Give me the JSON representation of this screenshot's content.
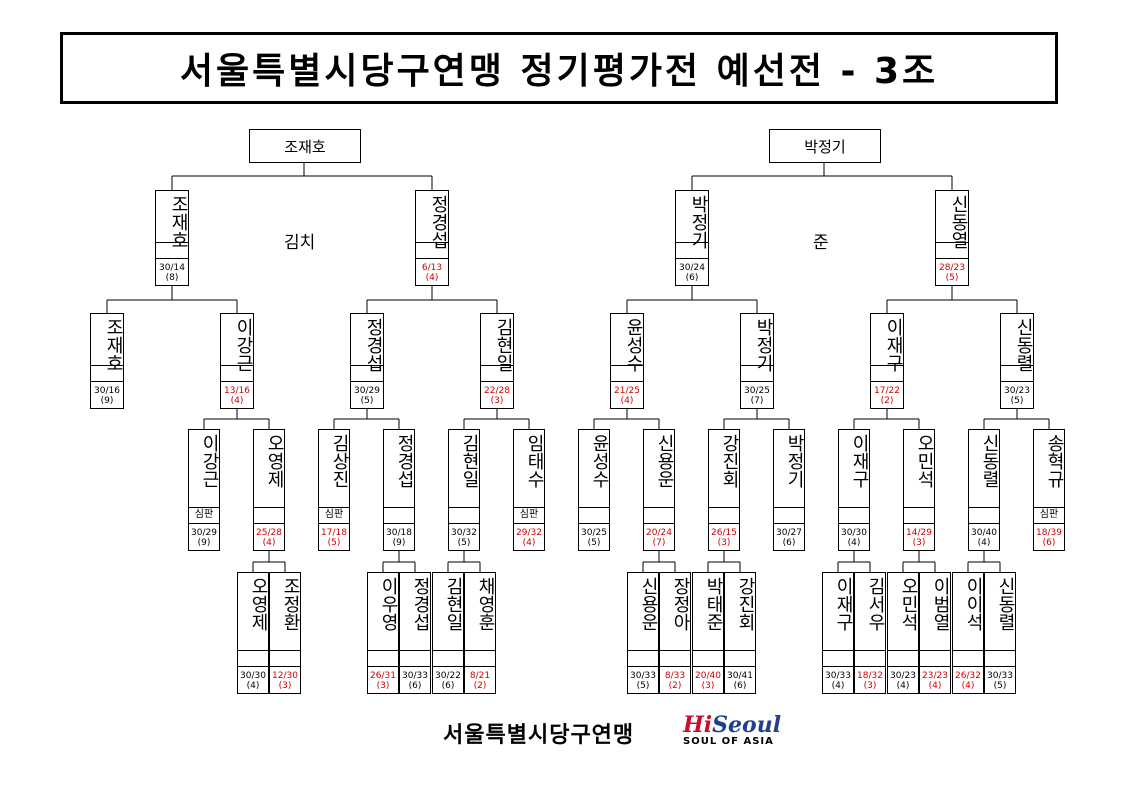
{
  "title": "서울특별시당구연맹 정기평가전 예선전 - 3조",
  "footer": {
    "org": "서울특별시당구연맹",
    "logo_hi": "Hi",
    "logo_seoul": "Seoul",
    "logo_sub": "SOUL OF ASIA"
  },
  "colors": {
    "loss_score": "#d00000",
    "line": "#000000"
  },
  "champions": [
    {
      "id": "cL",
      "name": "조재호"
    },
    {
      "id": "cR",
      "name": "박정기"
    }
  ],
  "team_labels": [
    {
      "id": "tL",
      "text": "김치"
    },
    {
      "id": "tR",
      "text": "준"
    }
  ],
  "players": [
    {
      "id": "A",
      "name": "조재호",
      "ref": "",
      "score": "30/14",
      "rank": "(8)",
      "red": false
    },
    {
      "id": "B",
      "name": "정경섭",
      "ref": "",
      "score": "6/13",
      "rank": "(4)",
      "red": true
    },
    {
      "id": "C",
      "name": "박정기",
      "ref": "",
      "score": "30/24",
      "rank": "(6)",
      "red": false
    },
    {
      "id": "D",
      "name": "신동열",
      "ref": "",
      "score": "28/23",
      "rank": "(5)",
      "red": true
    },
    {
      "id": "E",
      "name": "조재호",
      "ref": "",
      "score": "30/16",
      "rank": "(9)",
      "red": false
    },
    {
      "id": "F",
      "name": "이강근",
      "ref": "",
      "score": "13/16",
      "rank": "(4)",
      "red": true
    },
    {
      "id": "G",
      "name": "정경섭",
      "ref": "",
      "score": "30/29",
      "rank": "(5)",
      "red": false
    },
    {
      "id": "H",
      "name": "김현일",
      "ref": "",
      "score": "22/28",
      "rank": "(3)",
      "red": true
    },
    {
      "id": "I",
      "name": "윤성수",
      "ref": "",
      "score": "21/25",
      "rank": "(4)",
      "red": true
    },
    {
      "id": "J",
      "name": "박정기",
      "ref": "",
      "score": "30/25",
      "rank": "(7)",
      "red": false
    },
    {
      "id": "K",
      "name": "이재구",
      "ref": "",
      "score": "17/22",
      "rank": "(2)",
      "red": true
    },
    {
      "id": "L",
      "name": "신동렬",
      "ref": "",
      "score": "30/23",
      "rank": "(5)",
      "red": false
    },
    {
      "id": "M",
      "name": "이강근",
      "ref": "심판",
      "score": "30/29",
      "rank": "(9)",
      "red": false
    },
    {
      "id": "N",
      "name": "오영제",
      "ref": "",
      "score": "25/28",
      "rank": "(4)",
      "red": true
    },
    {
      "id": "O",
      "name": "김상진",
      "ref": "심판",
      "score": "17/18",
      "rank": "(5)",
      "red": true
    },
    {
      "id": "P",
      "name": "정경섭",
      "ref": "",
      "score": "30/18",
      "rank": "(9)",
      "red": false
    },
    {
      "id": "Q",
      "name": "김현일",
      "ref": "",
      "score": "30/32",
      "rank": "(5)",
      "red": false
    },
    {
      "id": "R",
      "name": "임태수",
      "ref": "심판",
      "score": "29/32",
      "rank": "(4)",
      "red": true
    },
    {
      "id": "S",
      "name": "윤성수",
      "ref": "",
      "score": "30/25",
      "rank": "(5)",
      "red": false
    },
    {
      "id": "T",
      "name": "신용운",
      "ref": "",
      "score": "20/24",
      "rank": "(7)",
      "red": true
    },
    {
      "id": "U",
      "name": "강진회",
      "ref": "",
      "score": "26/15",
      "rank": "(3)",
      "red": true
    },
    {
      "id": "V",
      "name": "박정기",
      "ref": "",
      "score": "30/27",
      "rank": "(6)",
      "red": false
    },
    {
      "id": "W",
      "name": "이재구",
      "ref": "",
      "score": "30/30",
      "rank": "(4)",
      "red": false
    },
    {
      "id": "X",
      "name": "오민석",
      "ref": "",
      "score": "14/29",
      "rank": "(3)",
      "red": true
    },
    {
      "id": "Y",
      "name": "신동렬",
      "ref": "",
      "score": "30/40",
      "rank": "(4)",
      "red": false
    },
    {
      "id": "Z",
      "name": "송혁규",
      "ref": "심판",
      "score": "18/39",
      "rank": "(6)",
      "red": true
    },
    {
      "id": "a1",
      "name": "오영제",
      "ref": "",
      "score": "30/30",
      "rank": "(4)",
      "red": false
    },
    {
      "id": "a2",
      "name": "조정환",
      "ref": "",
      "score": "12/30",
      "rank": "(3)",
      "red": true
    },
    {
      "id": "b1",
      "name": "이우영",
      "ref": "",
      "score": "26/31",
      "rank": "(3)",
      "red": true
    },
    {
      "id": "b2",
      "name": "정경섭",
      "ref": "",
      "score": "30/33",
      "rank": "(6)",
      "red": false
    },
    {
      "id": "c1",
      "name": "김현일",
      "ref": "",
      "score": "30/22",
      "rank": "(6)",
      "red": false
    },
    {
      "id": "c2",
      "name": "채영훈",
      "ref": "",
      "score": "8/21",
      "rank": "(2)",
      "red": true
    },
    {
      "id": "d1",
      "name": "신용운",
      "ref": "",
      "score": "30/33",
      "rank": "(5)",
      "red": false
    },
    {
      "id": "d2",
      "name": "장정아",
      "ref": "",
      "score": "8/33",
      "rank": "(2)",
      "red": true
    },
    {
      "id": "e1",
      "name": "박태준",
      "ref": "",
      "score": "20/40",
      "rank": "(3)",
      "red": true
    },
    {
      "id": "e2",
      "name": "강진회",
      "ref": "",
      "score": "30/41",
      "rank": "(6)",
      "red": false
    },
    {
      "id": "f1",
      "name": "이재구",
      "ref": "",
      "score": "30/33",
      "rank": "(4)",
      "red": false
    },
    {
      "id": "f2",
      "name": "김서우",
      "ref": "",
      "score": "18/32",
      "rank": "(3)",
      "red": true
    },
    {
      "id": "g1",
      "name": "오민석",
      "ref": "",
      "score": "30/23",
      "rank": "(4)",
      "red": false
    },
    {
      "id": "g2",
      "name": "이범열",
      "ref": "",
      "score": "23/23",
      "rank": "(4)",
      "red": true
    },
    {
      "id": "h1",
      "name": "이이석",
      "ref": "",
      "score": "26/32",
      "rank": "(4)",
      "red": true
    },
    {
      "id": "h2",
      "name": "신동렬",
      "ref": "",
      "score": "30/33",
      "rank": "(5)",
      "red": false
    }
  ]
}
